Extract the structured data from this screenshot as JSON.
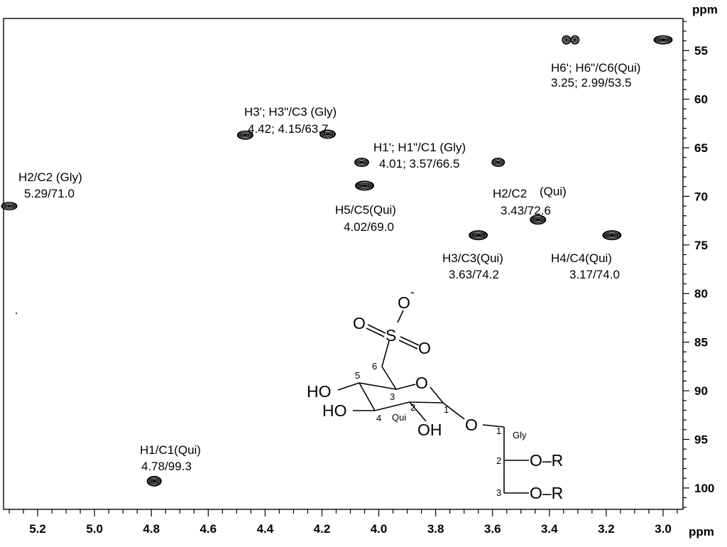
{
  "chart_data": {
    "type": "scatter",
    "title": "",
    "xlabel": "ppm",
    "ylabel": "ppm",
    "xlim": [
      5.32,
      2.93
    ],
    "ylim": [
      51.7,
      102.2
    ],
    "x_reversed": true,
    "x_ticks": [
      "5.2",
      "5.0",
      "4.8",
      "4.6",
      "4.4",
      "4.2",
      "4.0",
      "3.8",
      "3.6",
      "3.4",
      "3.2",
      "3.0"
    ],
    "x_tick_values": [
      5.2,
      5.0,
      4.8,
      4.6,
      4.4,
      4.2,
      4.0,
      3.8,
      3.6,
      3.4,
      3.2,
      3.0
    ],
    "y_ticks": [
      "55",
      "60",
      "65",
      "70",
      "75",
      "80",
      "85",
      "90",
      "95",
      "100"
    ],
    "y_tick_values": [
      55,
      60,
      65,
      70,
      75,
      80,
      85,
      90,
      95,
      100
    ],
    "peaks": [
      {
        "h": 5.3,
        "c": 71.0,
        "w": 22,
        "hgt": 11
      },
      {
        "h": 4.79,
        "c": 99.3,
        "w": 20,
        "hgt": 14
      },
      {
        "h": 4.47,
        "c": 63.7,
        "w": 22,
        "hgt": 12
      },
      {
        "h": 4.18,
        "c": 63.6,
        "w": 22,
        "hgt": 12
      },
      {
        "h": 4.06,
        "c": 66.5,
        "w": 20,
        "hgt": 12
      },
      {
        "h": 4.05,
        "c": 68.9,
        "w": 26,
        "hgt": 13
      },
      {
        "h": 3.65,
        "c": 74.0,
        "w": 26,
        "hgt": 13
      },
      {
        "h": 3.58,
        "c": 66.5,
        "w": 18,
        "hgt": 12
      },
      {
        "h": 3.44,
        "c": 72.4,
        "w": 22,
        "hgt": 13
      },
      {
        "h": 3.18,
        "c": 74.0,
        "w": 26,
        "hgt": 13
      },
      {
        "h": 3.34,
        "c": 53.9,
        "w": 12,
        "hgt": 12
      },
      {
        "h": 3.31,
        "c": 53.9,
        "w": 12,
        "hgt": 12
      },
      {
        "h": 3.0,
        "c": 53.9,
        "w": 26,
        "hgt": 12
      }
    ],
    "annotations": [
      {
        "line1": "H2/C2 (Gly)",
        "line2": "5.29/71.0"
      },
      {
        "line1": "H3'; H3\"/C3 (Gly)",
        "line2": "4.42; 4.15/63.7"
      },
      {
        "line1": "H1'; H1\"/C1 (Gly)",
        "line2": "4.01; 3.57/66.5"
      },
      {
        "line1": "H5/C5(Qui)",
        "line2": "4.02/69.0"
      },
      {
        "line1": "H2/C2",
        "line1b": "(Qui)",
        "line2": "3.43/72.6"
      },
      {
        "line1": "H3/C3(Qui)",
        "line2": "3.63/74.2"
      },
      {
        "line1": "H4/C4(Qui)",
        "line2": "3.17/74.0"
      },
      {
        "line1": "H6'; H6\"/C6(Qui)",
        "line2": "3.25; 2.99/53.5"
      },
      {
        "line1": "H1/C1(Qui)",
        "line2": "4.78/99.3"
      }
    ]
  },
  "structure": {
    "o_minus": "O",
    "minus_sign": "-",
    "o_left": "O",
    "s": "S",
    "o_right": "O",
    "c6": "6",
    "c5": "5",
    "ho_top": "HO",
    "ring_o": "O",
    "c3": "3",
    "c1": "1",
    "ho_mid": "HO",
    "c4": "4",
    "qui": "Qui",
    "c2": "2",
    "oh": "OH",
    "o_link": "O",
    "g1": "1",
    "gly": "Gly",
    "g2": "2",
    "or1": "O–R",
    "g3": "3",
    "or2": "O–R"
  }
}
